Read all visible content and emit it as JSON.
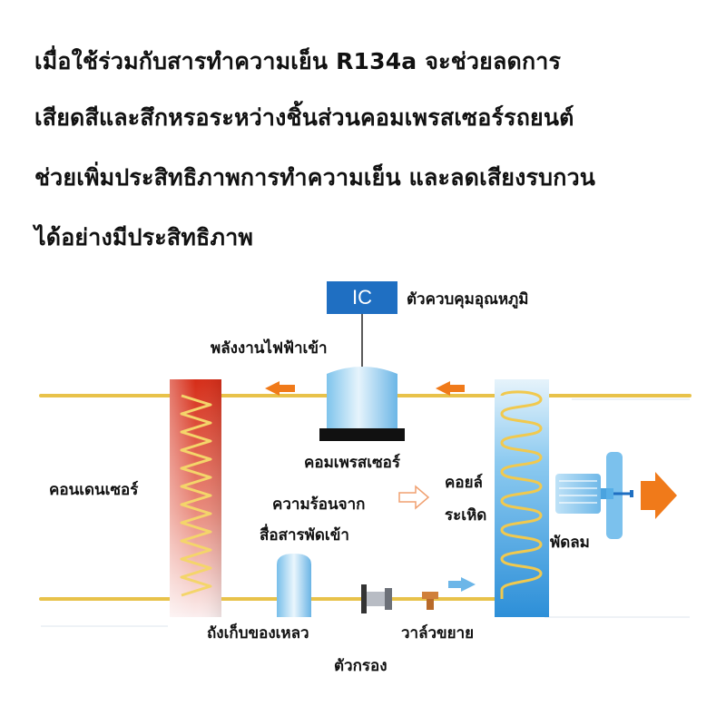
{
  "headline": {
    "line1": "เมื่อใช้ร่วมกับสารทำความเย็น R134a จะช่วยลดการ",
    "line2": "เสียดสีและสึกหรอระหว่างชิ้นส่วนคอมเพรสเซอร์รถยนต์",
    "line3": "ช่วยเพิ่มประสิทธิภาพการทำความเย็น และลดเสียงรบกวน",
    "line4": "ได้อย่างมีประสิทธิภาพ"
  },
  "diagram": {
    "ic_label": "IC",
    "temp_controller": "ตัวควบคุมอุณหภูมิ",
    "power_input": "พลังงานไฟฟ้าเข้า",
    "compressor": "คอมเพรสเซอร์",
    "condenser": "คอนเดนเซอร์",
    "evaporator_line1": "คอยล์",
    "evaporator_line2": "ระเหิด",
    "heat_in_line1": "ความร้อนจาก",
    "heat_in_line2": "สื่อสารพัดเข้า",
    "fan": "พัดลม",
    "receiver_tank": "ถังเก็บของเหลว",
    "expansion_valve": "วาล์วขยาย",
    "filter": "ตัวกรอง"
  },
  "colors": {
    "pipe": "#e8c24a",
    "flow_arrow": "#f07a1a",
    "condenser_red": "#d9321c",
    "evaporator_blue": "#3a9ee0",
    "ic_blue": "#1f6fc2",
    "fan_blue": "#5ab2e8",
    "output_arrow": "#f07a1a"
  }
}
